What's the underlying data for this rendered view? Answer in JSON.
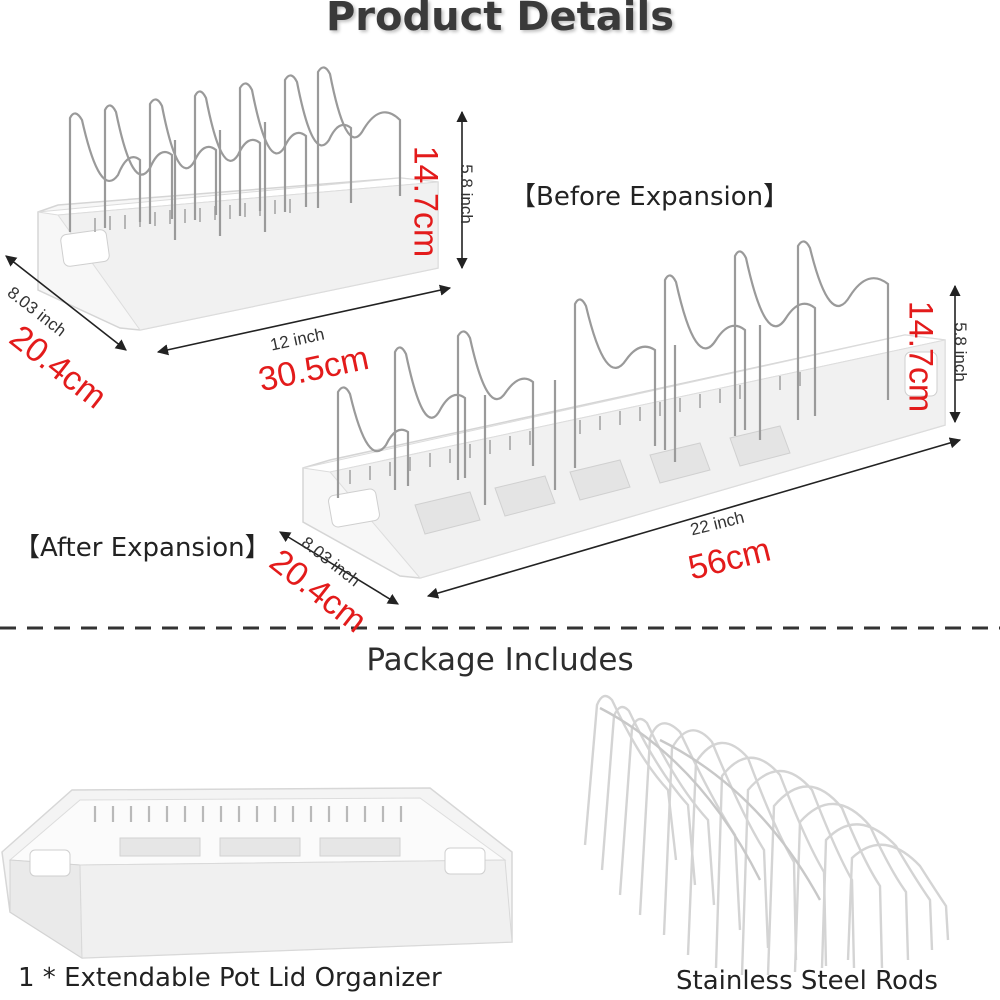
{
  "title": "Product Details",
  "before": {
    "label": "【Before Expansion】",
    "height_inch": "5.8 inch",
    "height_cm": "14.7cm",
    "length_inch": "12 inch",
    "length_cm": "30.5cm",
    "depth_inch": "8.03 inch",
    "depth_cm": "20.4cm"
  },
  "after": {
    "label": "【After Expansion】",
    "height_inch": "5.8 inch",
    "height_cm": "14.7cm",
    "length_inch": "22 inch",
    "length_cm": "56cm",
    "depth_inch": "8.03 inch",
    "depth_cm": "20.4cm"
  },
  "package": {
    "heading": "Package Includes",
    "items": [
      {
        "caption": "1 * Extendable Pot Lid Organizer"
      },
      {
        "caption": "Stainless Steel Rods"
      }
    ]
  },
  "colors": {
    "accent_red": "#e31b1b",
    "divider": "#333333"
  }
}
